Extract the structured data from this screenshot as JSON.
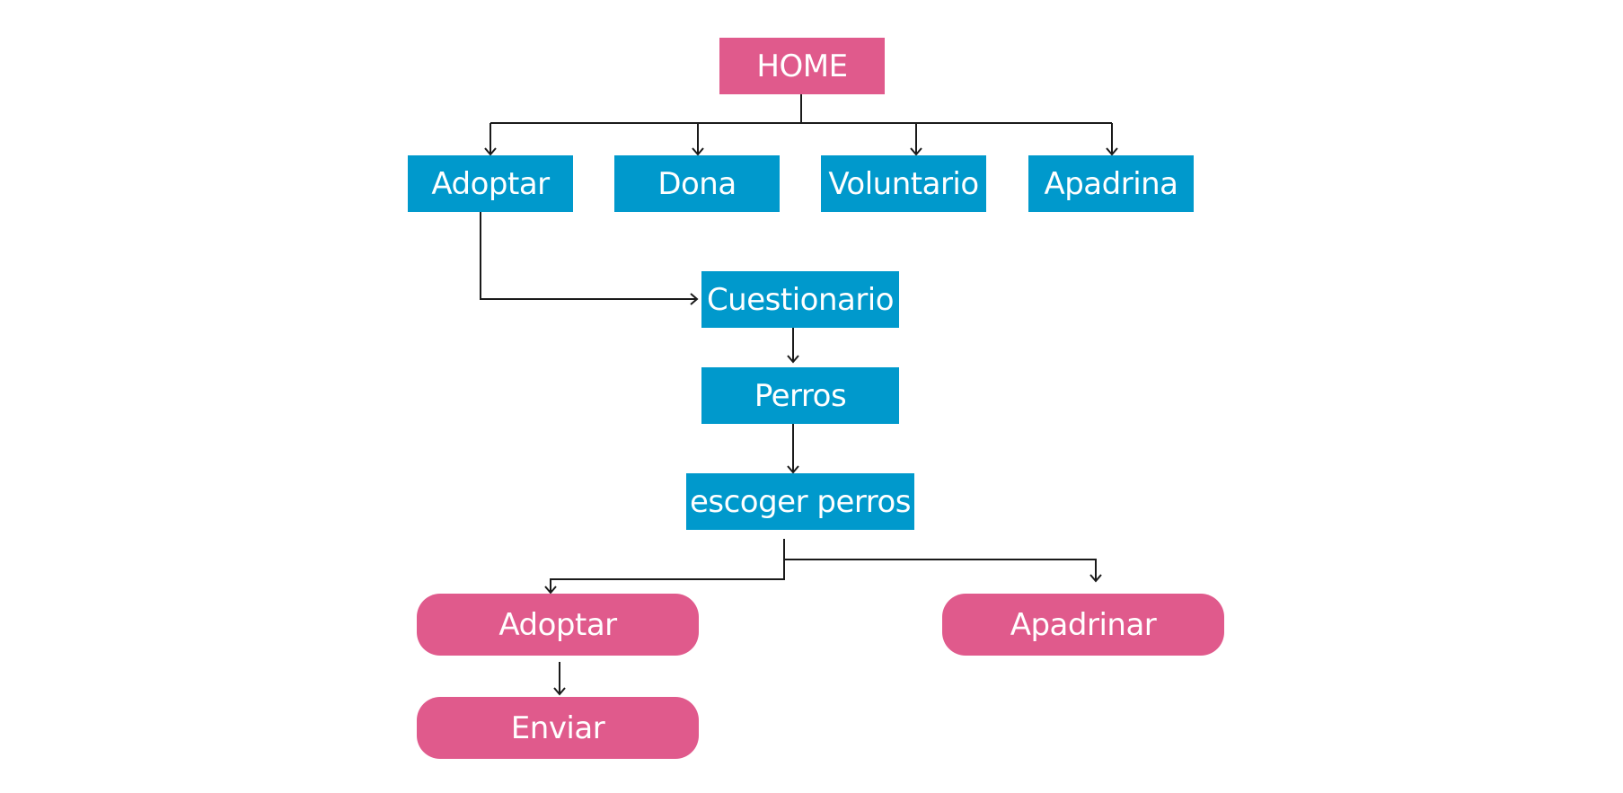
{
  "nodes": {
    "home": "HOME",
    "adoptar": "Adoptar",
    "dona": "Dona",
    "voluntario": "Voluntario",
    "apadrina": "Apadrina",
    "cuestionario": "Cuestionario",
    "perros": "Perros",
    "escoger": "escoger perros",
    "adoptar2": "Adoptar",
    "apadrinar": "Apadrinar",
    "enviar": "Enviar"
  },
  "colors": {
    "blue": "#0099cc",
    "pink": "#e05a8c",
    "line": "#1a1a1a"
  }
}
